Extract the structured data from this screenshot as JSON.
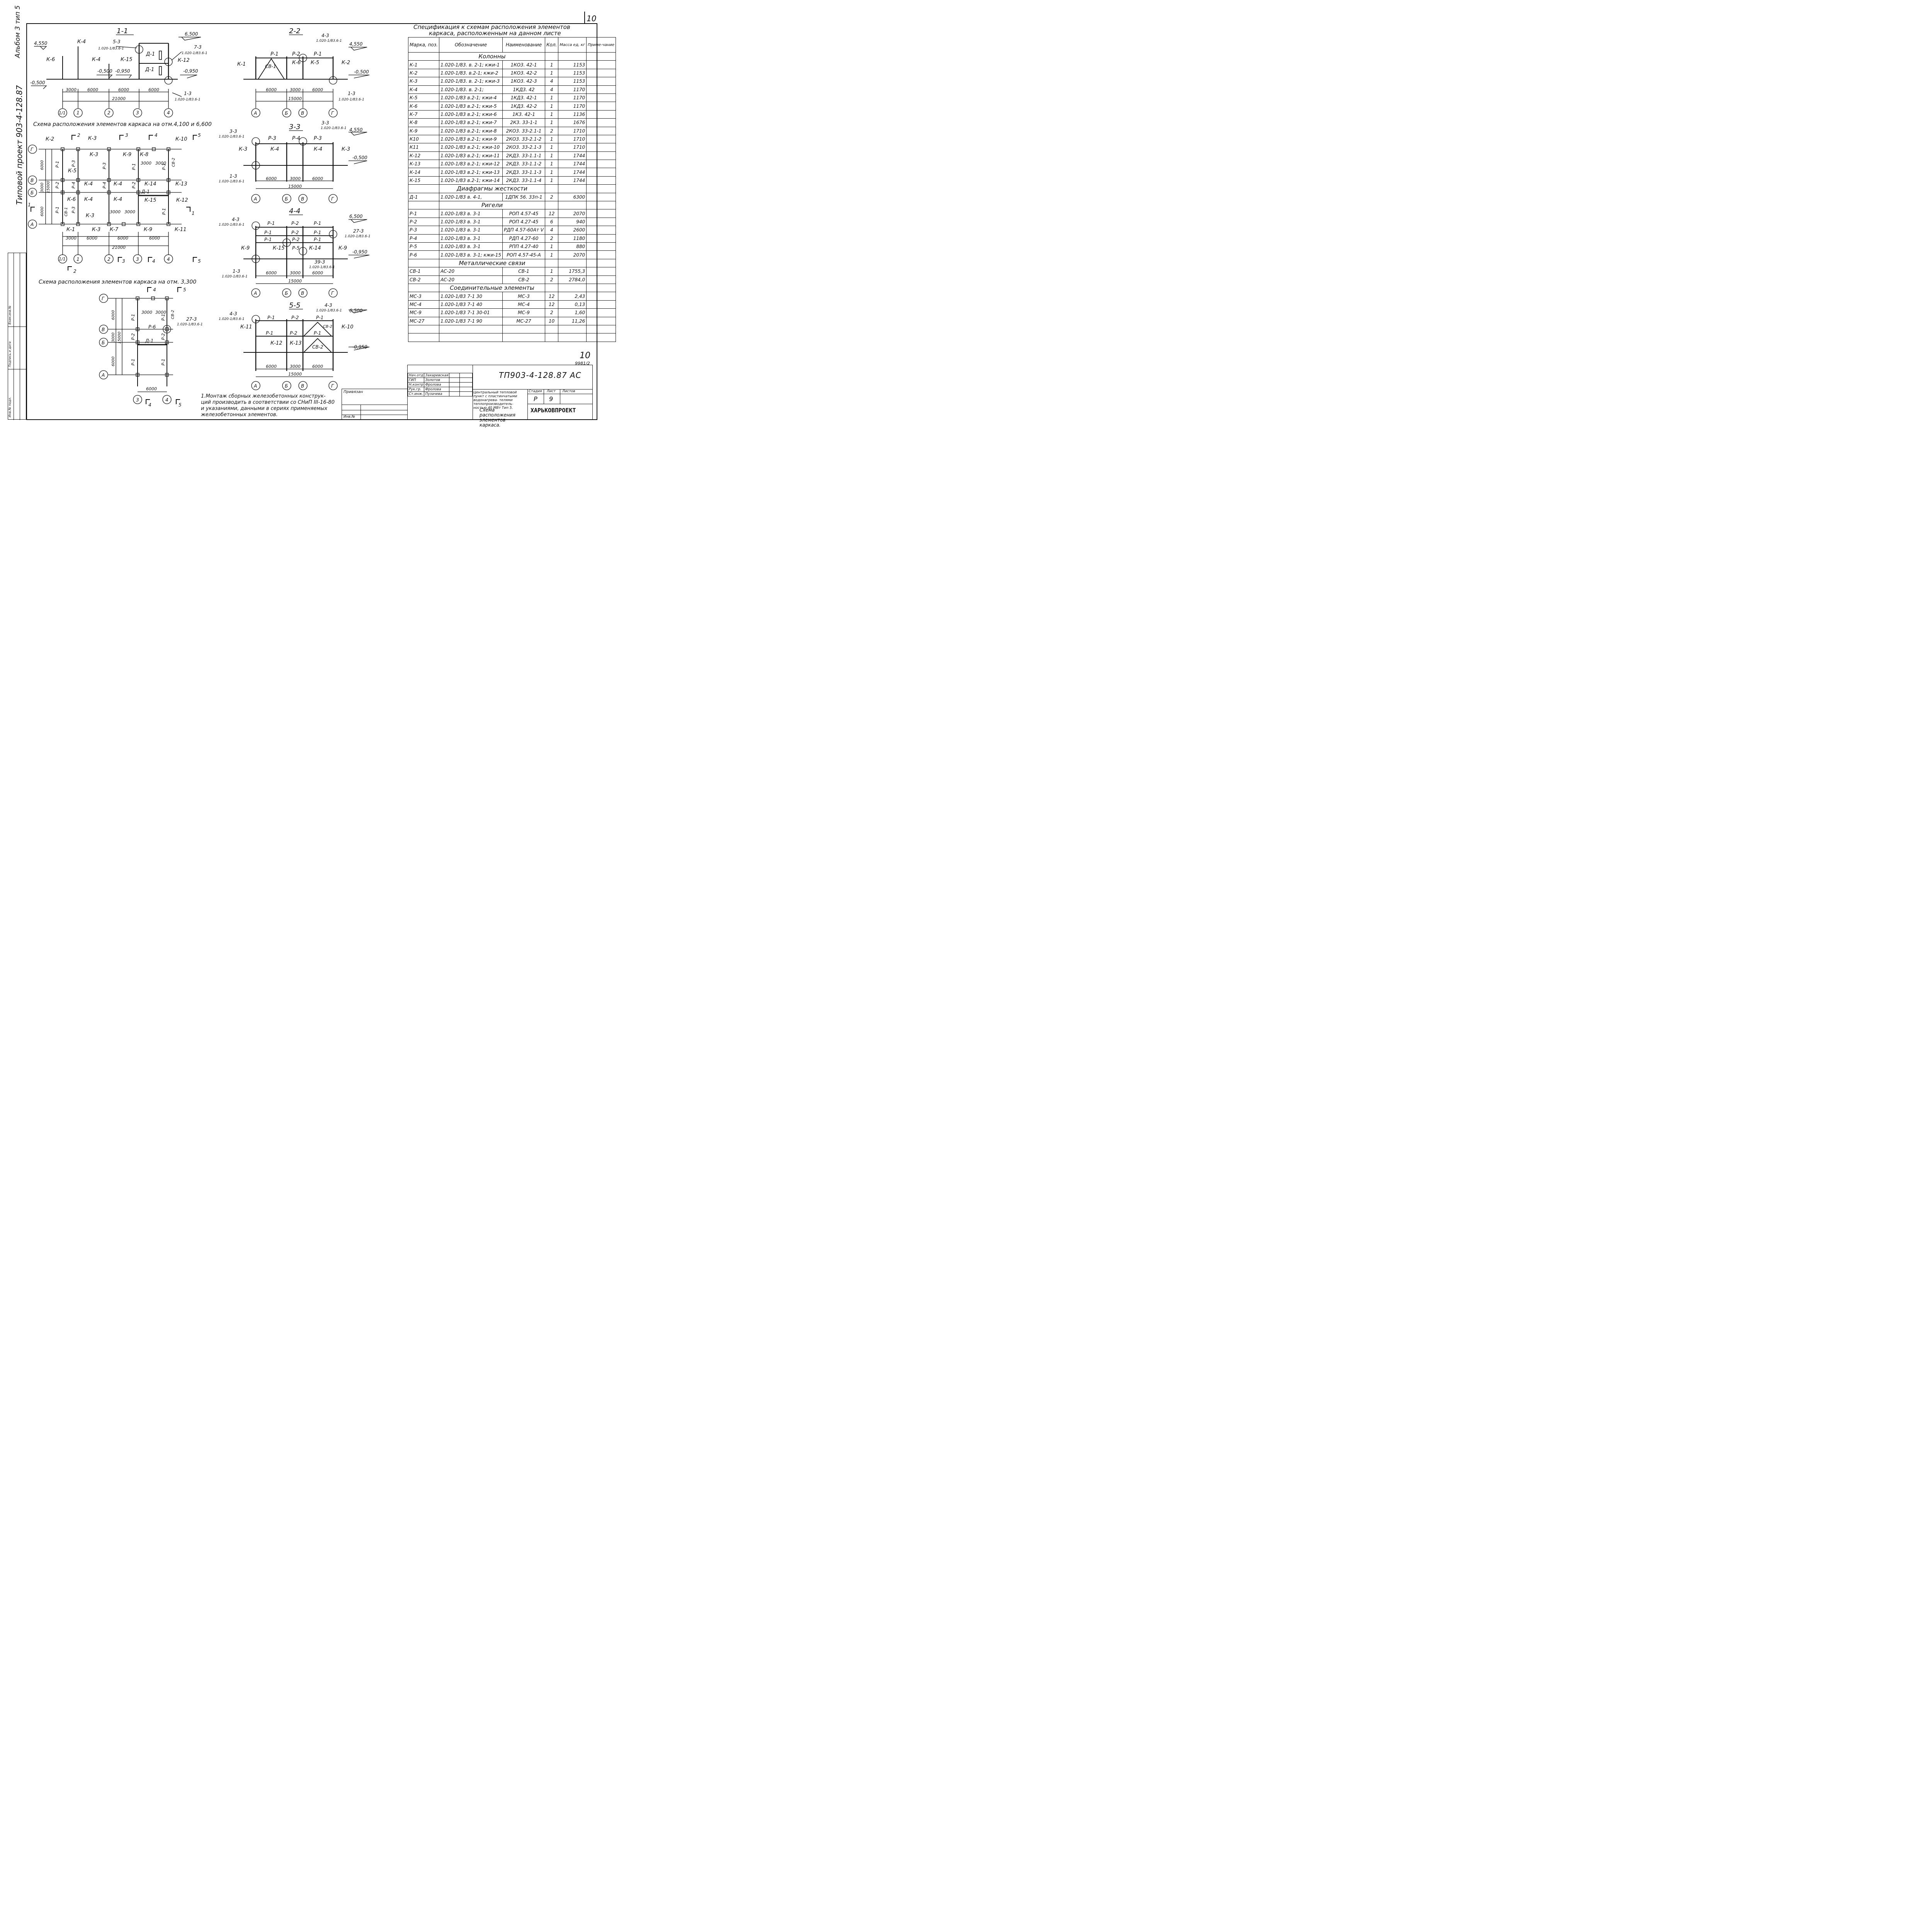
{
  "sheet": {
    "page_number": "10",
    "album": "Альбом 3 тип 5",
    "project_vertical": "Типовой проект 903-4-128.87",
    "archive_no": "9981/2",
    "sheet_no_bottom": "10"
  },
  "views": {
    "section_1_title": "1-1",
    "section_2_title": "2-2",
    "section_3_title": "3-3",
    "section_4_title": "4-4",
    "section_5_title": "5-5",
    "plan_top_title": "Схема расположения элементов каркаса на отм.4,100 и 6,600",
    "plan_bottom_title": "Схема расположения элементов каркаса на отм. 3,300"
  },
  "spec": {
    "title_line1": "Спецификация к схемам расположения элементов",
    "title_line2": "каркаса, расположенным на данном листе",
    "headers": [
      "Марка, поз.",
      "Обозначение",
      "Наименование",
      "Кол.",
      "Масса ед, кг",
      "Приме-чание"
    ],
    "sections": [
      {
        "title": "Колонны",
        "rows": [
          [
            "К-1",
            "1.020-1/83. в. 2-1; кжи-1",
            "1КО3. 42-1",
            "1",
            "1153"
          ],
          [
            "К-2",
            "1.020-1/83. в.2-1; кжи-2",
            "1КО3. 42-2",
            "1",
            "1153"
          ],
          [
            "К-3",
            "1.020-1/83. в. 2-1; кжи-3",
            "1КО3. 42-3",
            "4",
            "1153"
          ],
          [
            "К-4",
            "1.020-1/83. в. 2-1;",
            "1КД3. 42",
            "4",
            "1170"
          ],
          [
            "К-5",
            "1.020-1/83 в.2-1; кжи-4",
            "1КД3. 42-1",
            "1",
            "1170"
          ],
          [
            "К-6",
            "1.020-1/83 в.2-1; кжи-5",
            "1КД3. 42-2",
            "1",
            "1170"
          ],
          [
            "К-7",
            "1.020-1/83 в.2-1; кжи-6",
            "1К3. 42-1",
            "1",
            "1136"
          ],
          [
            "К-8",
            "1.020-1/83 в.2-1; кжи-7",
            "2К3. 33-1-1",
            "1",
            "1676"
          ],
          [
            "К-9",
            "1.020-1/83 в.2-1; кжи-8",
            "2КО3. 33-2.1-1",
            "2",
            "1710"
          ],
          [
            "К10",
            "1.020-1/83 в.2-1; кжи-9",
            "2КО3. 33-2.1-2",
            "1",
            "1710"
          ],
          [
            "К11",
            "1.020-1/83 в.2-1; кжи-10",
            "2КО3. 33-2.1-3",
            "1",
            "1710"
          ],
          [
            "К-12",
            "1.020-1/83 в.2-1; кжи-11",
            "2КД3. 33-1.1-1",
            "1",
            "1744"
          ],
          [
            "К-13",
            "1.020-1/83 в.2-1; кжи-12",
            "2КД3. 33-1.1-2",
            "1",
            "1744"
          ],
          [
            "К-14",
            "1.020-1/83 в.2-1; кжи-13",
            "2КД3. 33-1.1-3",
            "1",
            "1744"
          ],
          [
            "К-15",
            "1.020-1/83 в.2-1; кжи-14",
            "2КД3. 33-1.1-4",
            "1",
            "1744"
          ]
        ]
      },
      {
        "title": "Диафрагмы жесткости",
        "rows": [
          [
            "Д-1",
            "1.020-1/83 в. 4-1,",
            "1ДПК 56. 33п-1",
            "2",
            "6300"
          ]
        ]
      },
      {
        "title": "Ригели",
        "rows": [
          [
            "Р-1",
            "1.020-1/83 в. 3-1",
            "РОП 4.57-45",
            "12",
            "2070"
          ],
          [
            "Р-2",
            "1.020-1/83 в. 3-1",
            "РОП 4.27-45",
            "6",
            "940"
          ],
          [
            "Р-3",
            "1.020-1/83 в. 3-1",
            "РДП 4.57-60Ат V",
            "4",
            "2600"
          ],
          [
            "Р-4",
            "1.020-1/83 в. 3-1",
            "РДП 4.27-60",
            "2",
            "1180"
          ],
          [
            "Р-5",
            "1.020-1/83 в. 3-1",
            "РПП 4.27-40",
            "1",
            "880"
          ],
          [
            "Р-6",
            "1.020-1/83 в. 3-1; кжи-15",
            "РОП 4.57-45-А",
            "1",
            "2070"
          ]
        ]
      },
      {
        "title": "Металлические связи",
        "rows": [
          [
            "СВ-1",
            "АС-20",
            "СВ-1",
            "1",
            "1755,3"
          ],
          [
            "СВ-2",
            "АС-20",
            "СВ-2",
            "2",
            "2784,0"
          ]
        ]
      },
      {
        "title": "Соединительные элементы",
        "rows": [
          [
            "МС-3",
            "1.020-1/83  7-1  30",
            "МС-3",
            "12",
            "2,43"
          ],
          [
            "МС-4",
            "1.020-1/83  7-1  40",
            "МС-4",
            "12",
            "0,13"
          ],
          [
            "МС-9",
            "1.020-1/83  7-1  30-01",
            "МС-9",
            "2",
            "1,60"
          ],
          [
            "МС-27",
            "1.020-1/83  7-1  90",
            "МС-27",
            "10",
            "11,26"
          ]
        ]
      }
    ]
  },
  "note": {
    "line1": "1.Монтаж сборных железобетонных конструк-",
    "line2": "ций производить в соответствии со СНиП III-16-80",
    "line3": "и указаниями, данными в сериях применяемых",
    "line4": "железобетонных элементов."
  },
  "title_block": {
    "code": "ТП903-4-128.87 АС",
    "bound": "Привязан",
    "inv": "Инв.№",
    "roles": [
      "Нач.отд",
      "ГИП",
      "Н.контр",
      "Рук.гр.",
      "Ст.инж."
    ],
    "names": [
      "Захаревская",
      "Золотов",
      "Фролова",
      "Фролова",
      "Пузачева"
    ],
    "project_desc": "Центральный тепловой пункт с пластинчатыми водонагрева- телями теплопроизводитель- ностью 40 МВт   Тип 5.",
    "sheet_desc": "Схема расположения элементов каркаса.",
    "stage_label": "Стадия",
    "sheet_label": "Лист",
    "sheets_label": "Листов",
    "stage": "Р",
    "sheet": "9",
    "org": "ХАРЬКОВПРОЕКТ"
  },
  "left_strip": {
    "labels": [
      "Инв.№ подл.",
      "Подпись и дата",
      "Взам.инв.№"
    ]
  },
  "drawing": {
    "axes_num": [
      "1/1",
      "1",
      "2",
      "3",
      "4"
    ],
    "axes_let": [
      "А",
      "Б",
      "В",
      "Г"
    ],
    "spans_main": [
      "3000",
      "6000",
      "6000",
      "6000"
    ],
    "total_main": "21000",
    "spans_2": [
      "6000",
      "3000",
      "6000"
    ],
    "total_2": "15000",
    "plan_vert": [
      "6000",
      "3000",
      "6000"
    ],
    "plan_total": "15000",
    "levels": [
      "4,550",
      "6,500",
      "-0,500",
      "-0,950"
    ],
    "section1": {
      "k6": "К-6",
      "k4a": "К-4",
      "k4b": "К-4",
      "k15": "К-15",
      "k12": "К-12",
      "d1": "Д-1",
      "n53": "5-3",
      "n73": "7-3",
      "n13": "1-3",
      "ref": "1.020-1/83.6-1"
    },
    "section2": {
      "k1": "К-1",
      "k6": "К-6",
      "k5": "К-5",
      "k2": "К-2",
      "sv1": "СВ-1",
      "r1": "Р-1",
      "r2": "Р-2",
      "n43": "4-3",
      "n13": "1-3",
      "ref": "1.020-1/83.6-1"
    },
    "section3": {
      "k3": "К-3",
      "k4": "К-4",
      "r3": "Р-3",
      "r4": "Р-4",
      "n33": "3-3",
      "n13": "1-3",
      "ref": "1.020-1/83.6-1"
    },
    "section4": {
      "k9": "К-9",
      "k15": "К-15",
      "k14": "К-14",
      "r1": "Р-1",
      "r2": "Р-2",
      "r5": "Р-5",
      "n43": "4-3",
      "n273": "27-3",
      "n393": "39-3",
      "n13": "1-3",
      "ref": "1.020-1/83.6-1"
    },
    "section5": {
      "k11": "К-11",
      "k12": "К-12",
      "k13": "К-13",
      "k10": "К-10",
      "r1": "Р-1",
      "r2": "Р-2",
      "sv2": "СВ-2",
      "n43": "4-3",
      "ref": "1.020-1/83.6-1"
    },
    "plan_top": {
      "cols": [
        "К-2",
        "К-3",
        "К-3",
        "К-9",
        "К-8",
        "К-10",
        "К-5",
        "К-4",
        "К-4",
        "К-14",
        "К-13",
        "К-6",
        "К-4",
        "К-4",
        "К-15",
        "К-12",
        "К-3",
        "К-1",
        "К-3",
        "К-7",
        "К-9",
        "К-11"
      ],
      "beams": [
        "Р-1",
        "Р-3",
        "Р-3",
        "Р-1",
        "Р-2",
        "Р-4",
        "Р-4",
        "Р-2",
        "Р-1",
        "СВ-1",
        "Р-3",
        "Р-1",
        "Р-1",
        "СВ-2",
        "Д-1"
      ],
      "dims": [
        "3000",
        "3000",
        "3000",
        "3000"
      ],
      "cuts": [
        "2",
        "3",
        "4",
        "5",
        "1",
        "1",
        "2",
        "3",
        "4",
        "5"
      ]
    },
    "plan_bottom": {
      "beams": [
        "Р-1",
        "Р-1",
        "Р-6",
        "Р-2",
        "Р-2",
        "Д-1",
        "Р-1",
        "Р-1",
        "СВ-2"
      ],
      "dims": [
        "3000",
        "3000",
        "6000"
      ],
      "note": "27-3",
      "ref": "1.020-1/83.6-1",
      "cuts": [
        "4",
        "5",
        "4",
        "5"
      ]
    }
  }
}
